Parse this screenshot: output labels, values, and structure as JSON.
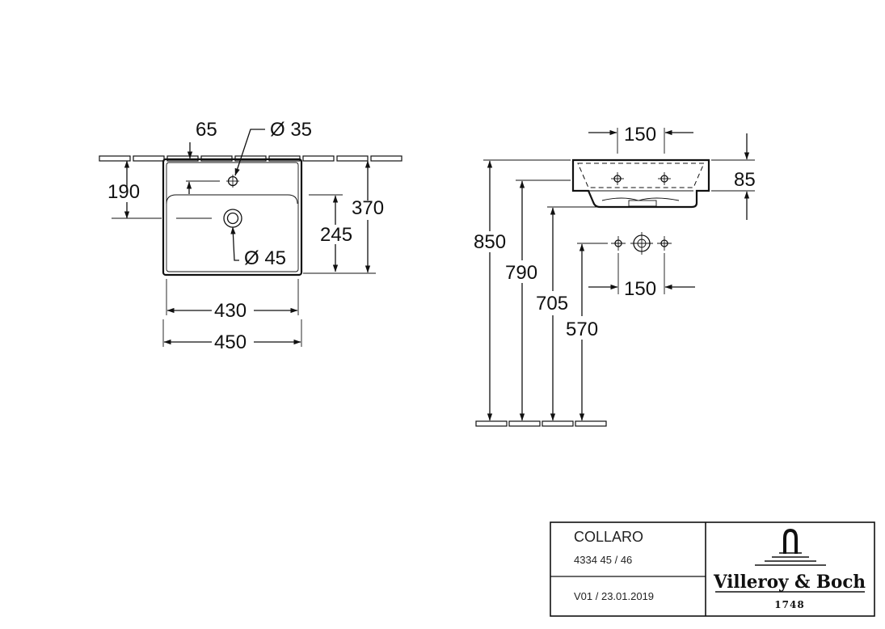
{
  "front_view": {
    "dim_tap_offset": "65",
    "dim_tap_hole": "Ø 35",
    "dim_hole_depth": "190",
    "dim_total_height": "370",
    "dim_inner_height": "245",
    "dim_drain": "Ø 45",
    "dim_inner_width": "430",
    "dim_outer_width": "450"
  },
  "side_view": {
    "dim_tap_spacing_top": "150",
    "dim_bowl_depth": "85",
    "dim_height_rim": "850",
    "dim_height_790": "790",
    "dim_height_705": "705",
    "dim_height_570": "570",
    "dim_connection_spacing": "150"
  },
  "title_block": {
    "product_name": "COLLARO",
    "article_number": "4334 45 / 46",
    "version": "V01 / 23.01.2019",
    "brand_name": "Villeroy & Boch",
    "brand_year": "1748"
  }
}
